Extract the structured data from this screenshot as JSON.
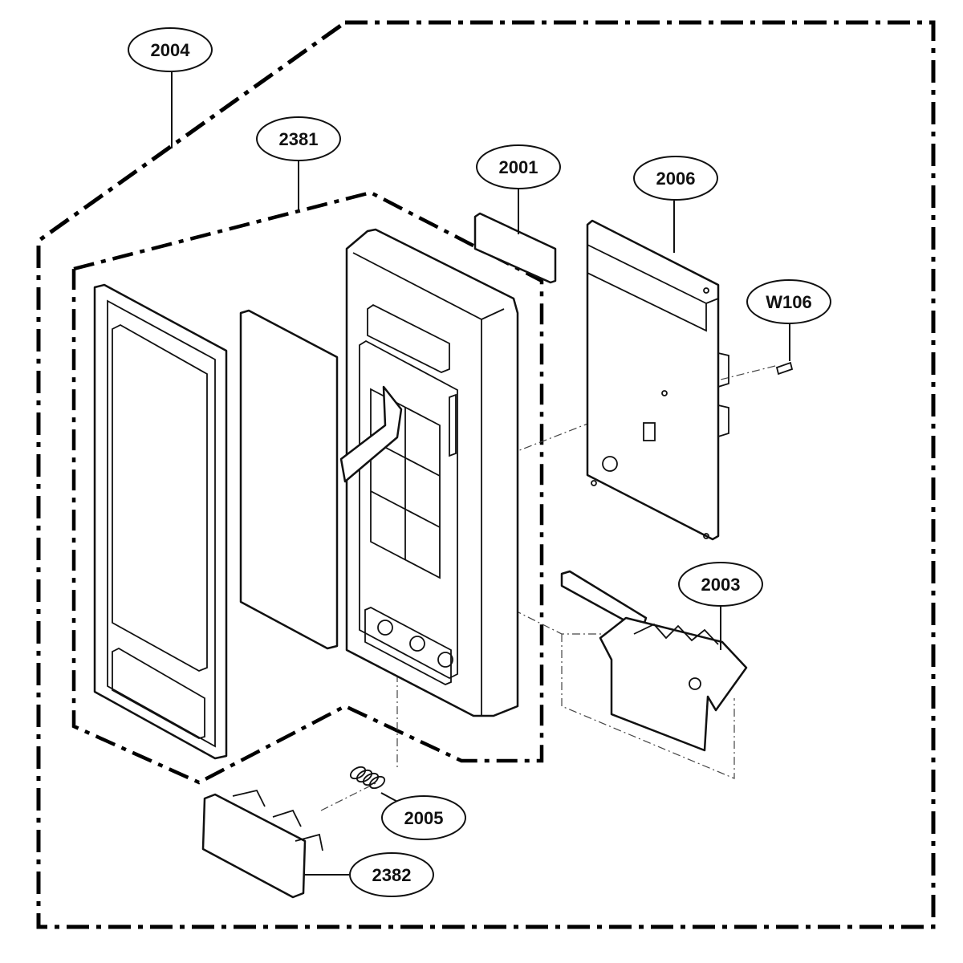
{
  "callouts": {
    "c2004": "2004",
    "c2381": "2381",
    "c2001": "2001",
    "c2006": "2006",
    "cW106": "W106",
    "c2003": "2003",
    "c2005": "2005",
    "c2382": "2382"
  }
}
